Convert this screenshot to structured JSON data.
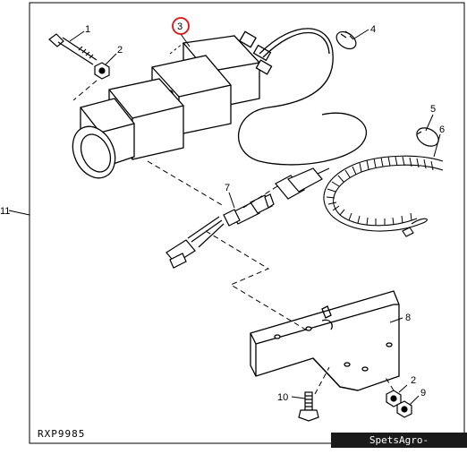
{
  "diagram": {
    "figure_id": "RXP9985",
    "highlighted_callout": "3",
    "highlight_color": "#e01010",
    "callouts": {
      "c1": "1",
      "c2a": "2",
      "c3": "3",
      "c4": "4",
      "c5": "5",
      "c6": "6",
      "c7": "7",
      "c8": "8",
      "c2b": "2",
      "c9": "9",
      "c10": "10",
      "c11": "11"
    }
  },
  "watermark": "SpetsAgro-tov.agrobiz.net"
}
